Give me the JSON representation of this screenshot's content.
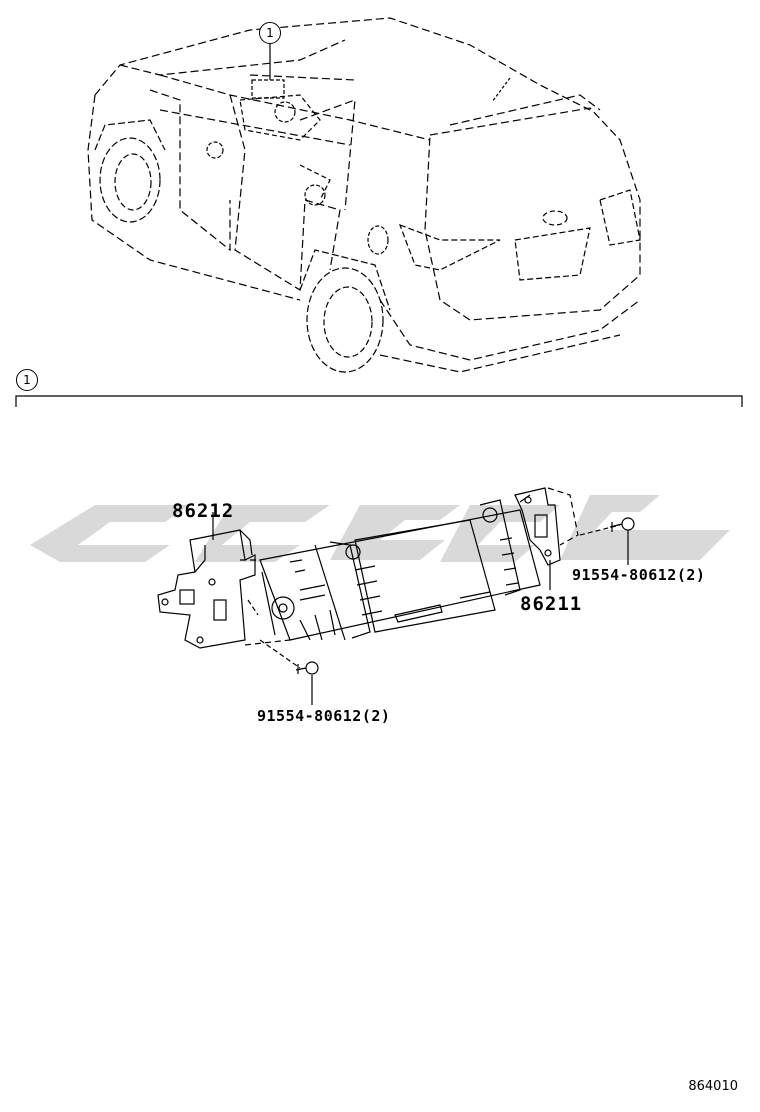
{
  "callouts": {
    "car_view": "1",
    "section": "1"
  },
  "parts": {
    "bracket_left": "86212",
    "bracket_right": "86211",
    "screw_right": "91554-80612(2)",
    "screw_bottom": "91554-80612(2)"
  },
  "diagram_code": "864010",
  "colors": {
    "line": "#000000",
    "watermark": "#d8d8d8"
  }
}
